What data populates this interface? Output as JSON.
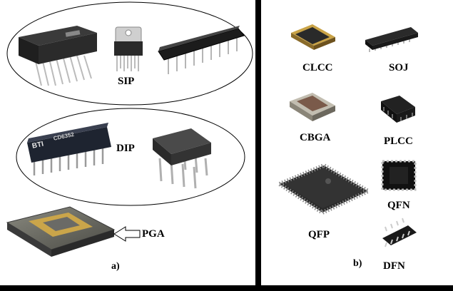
{
  "panel_a": {
    "caption": "a)",
    "groups": {
      "sip": "SIP",
      "dip": "DIP",
      "pga": "PGA"
    },
    "chip_markings": {
      "dip_top": "BTI",
      "dip_mid": "CD6352"
    }
  },
  "panel_b": {
    "caption": "b)",
    "packages": [
      "CLCC",
      "SOJ",
      "CBGA",
      "PLCC",
      "QFP",
      "QFN",
      "DFN"
    ]
  }
}
